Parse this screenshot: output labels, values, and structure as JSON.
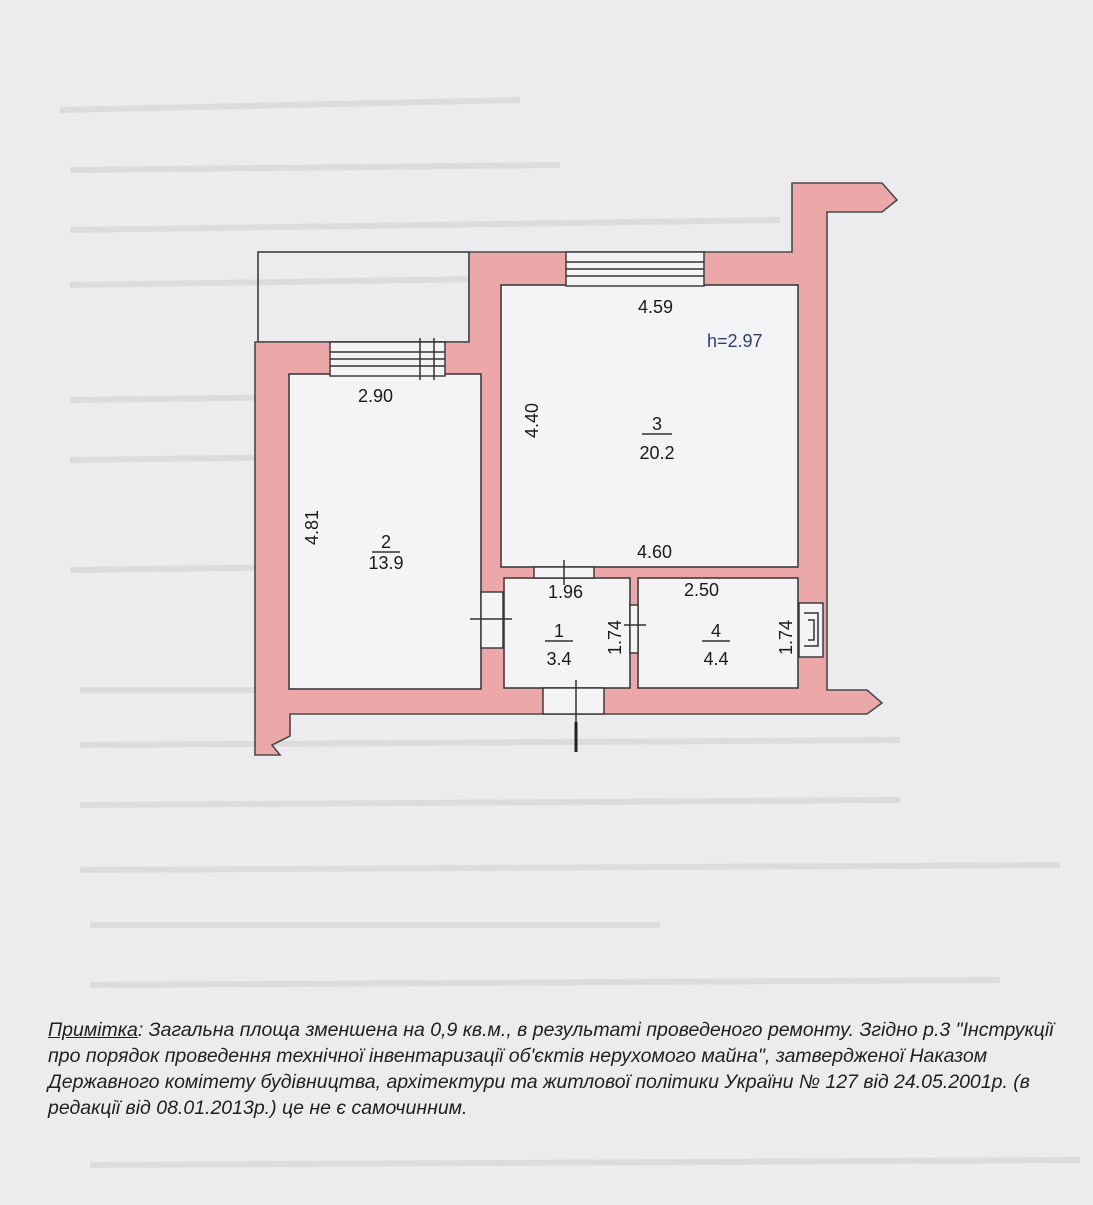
{
  "plan": {
    "ceiling_height": "h=2.97",
    "rooms": [
      {
        "number": "1",
        "area": "3.4"
      },
      {
        "number": "2",
        "area": "13.9"
      },
      {
        "number": "3",
        "area": "20.2"
      },
      {
        "number": "4",
        "area": "4.4"
      }
    ],
    "dimensions": {
      "room2_width": "2.90",
      "room2_length": "4.81",
      "room3_top_width": "4.59",
      "room3_bottom_width": "4.60",
      "room3_length": "4.40",
      "room1_width": "1.96",
      "room1_length": "1.74",
      "room4_width": "2.50",
      "room4_length": "1.74"
    }
  },
  "note": {
    "heading": "Примітка",
    "text": ":  Загальна площа зменшена на 0,9  кв.м., в результаті проведеного ремонту. Згідно р.3 \"Інструкції про порядок проведення технічної інвентаризації об'єктів нерухомого майна\", затвердженої Наказом Державного комітету будівництва, архітектури та житлової політики України № 127 від 24.05.2001р. (в редакції від 08.01.2013р.) це не є самочинним."
  }
}
